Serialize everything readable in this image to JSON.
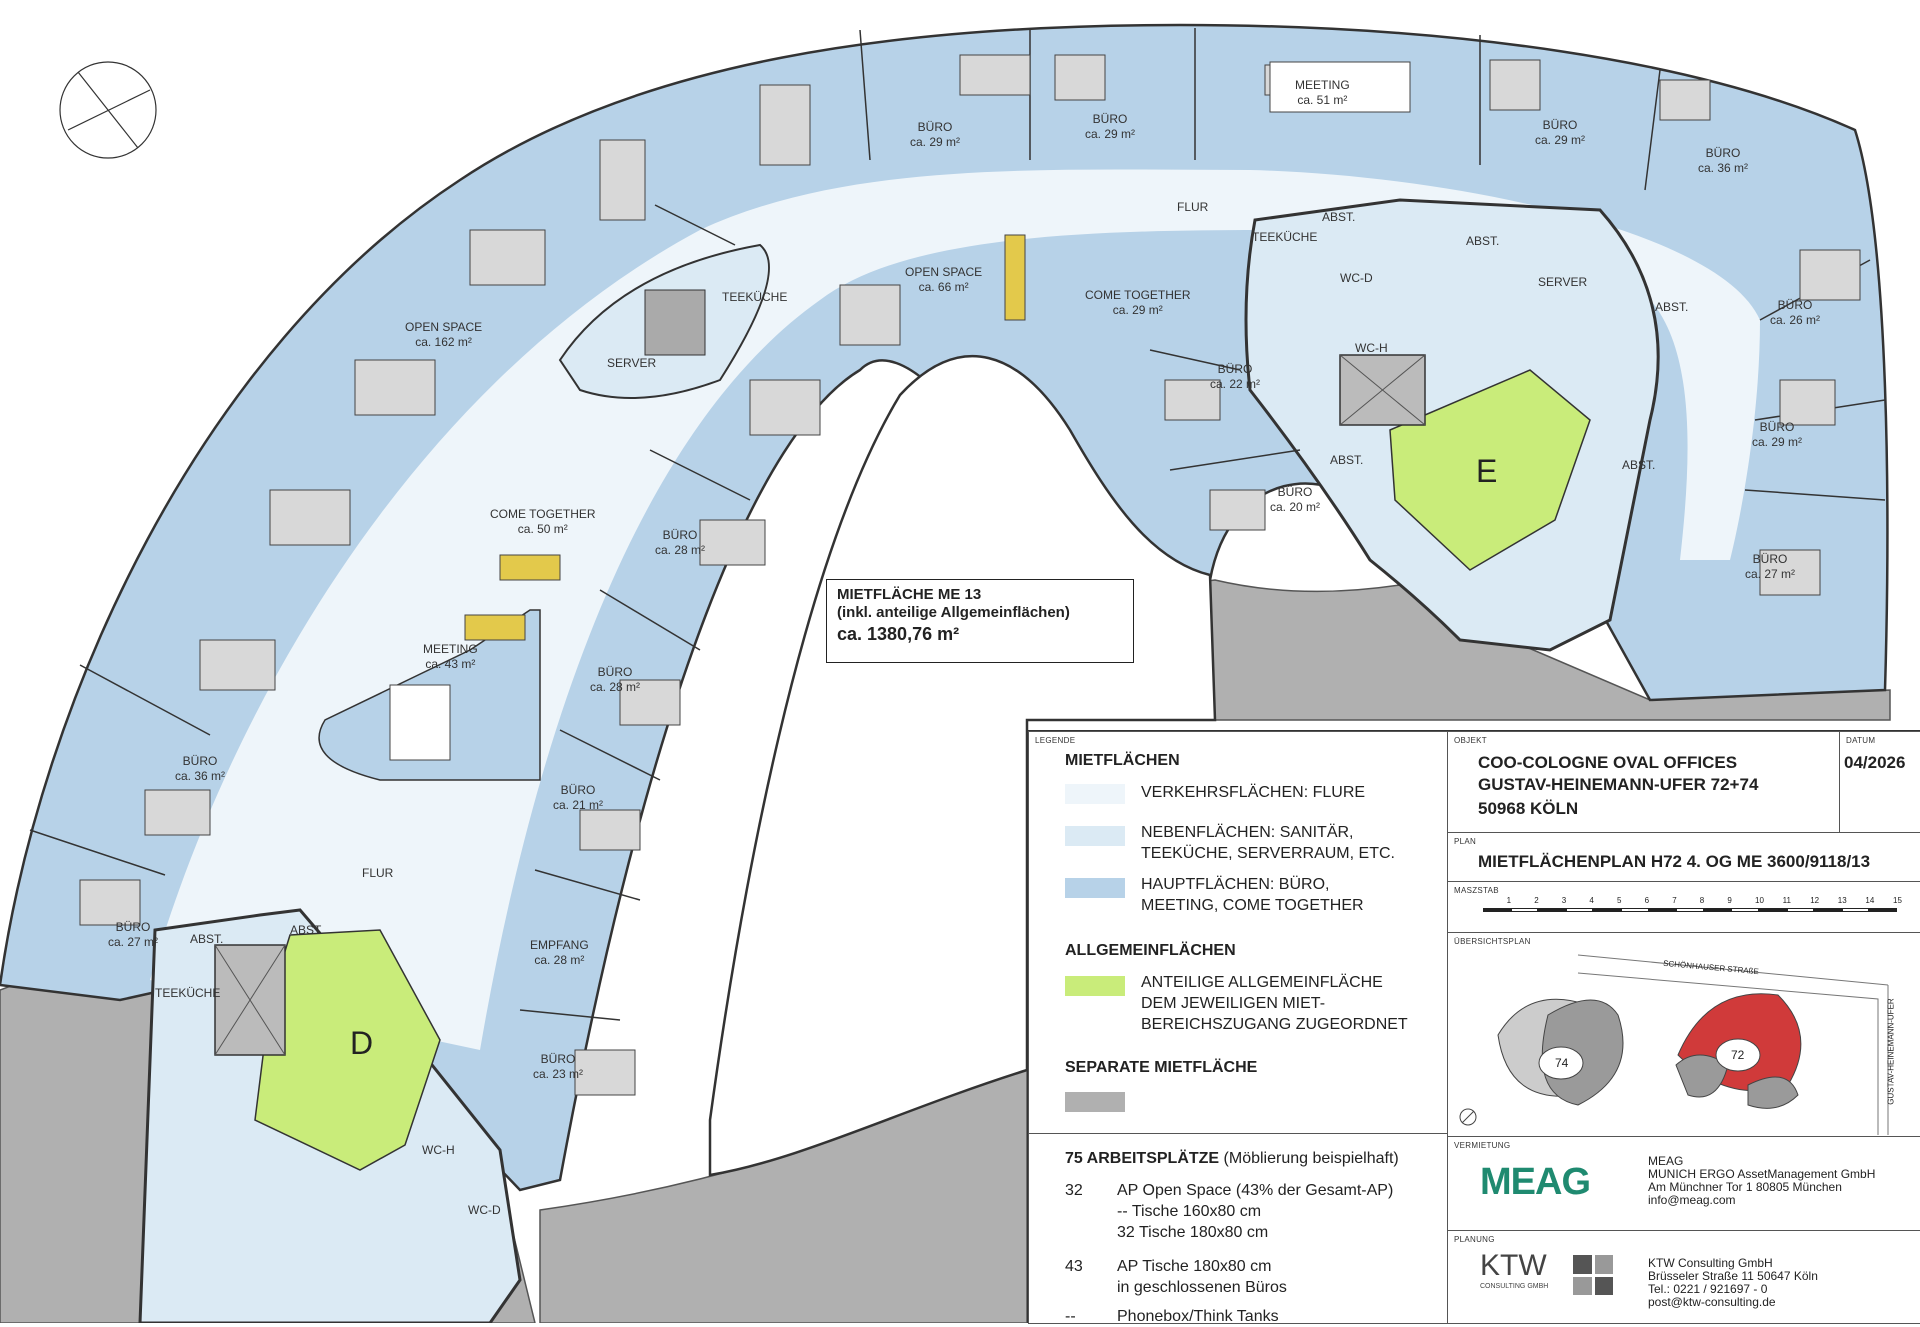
{
  "rooms": [
    {
      "name": "BÜRO",
      "area": "ca. 29 m²"
    },
    {
      "name": "BÜRO",
      "area": "ca. 29 m²"
    },
    {
      "name": "MEETING",
      "area": "ca. 51 m²"
    },
    {
      "name": "BÜRO",
      "area": "ca. 29 m²"
    },
    {
      "name": "BÜRO",
      "area": "ca. 36 m²"
    },
    {
      "name": "BÜRO",
      "area": "ca. 26 m²"
    },
    {
      "name": "BÜRO",
      "area": "ca. 29 m²"
    },
    {
      "name": "BÜRO",
      "area": "ca. 27 m²"
    },
    {
      "name": "OPEN SPACE",
      "area": "ca. 162 m²"
    },
    {
      "name": "OPEN SPACE",
      "area": "ca. 66 m²"
    },
    {
      "name": "COME TOGETHER",
      "area": "ca. 29 m²"
    },
    {
      "name": "BÜRO",
      "area": "ca. 22 m²"
    },
    {
      "name": "BÜRO",
      "area": "ca. 20 m²"
    },
    {
      "name": "COME TOGETHER",
      "area": "ca. 50 m²"
    },
    {
      "name": "MEETING",
      "area": "ca. 43 m²"
    },
    {
      "name": "BÜRO",
      "area": "ca. 28 m²"
    },
    {
      "name": "BÜRO",
      "area": "ca. 28 m²"
    },
    {
      "name": "BÜRO",
      "area": "ca. 21 m²"
    },
    {
      "name": "EMPFANG",
      "area": "ca. 28 m²"
    },
    {
      "name": "BÜRO",
      "area": "ca. 23 m²"
    },
    {
      "name": "BÜRO",
      "area": "ca. 36 m²"
    },
    {
      "name": "BÜRO",
      "area": "ca. 27 m²"
    }
  ],
  "labels": [
    "FLUR",
    "FLUR",
    "TEEKÜCHE",
    "SERVER",
    "TEEKÜCHE",
    "ABST.",
    "ABST.",
    "WC-D",
    "WC-H",
    "SERVER",
    "ABST.",
    "ABST.",
    "ABST.",
    "ABST.",
    "TEEKÜCHE",
    "ABST.",
    "WC-H",
    "WC-D"
  ],
  "zones": [
    "D",
    "E"
  ],
  "area_box": {
    "line1": "MIETFLÄCHE ME 13",
    "line2": "(inkl. anteilige Allgemeinflächen)",
    "line3": "ca. 1380,76 m²"
  },
  "legend": {
    "tag": "LEGENDE",
    "heading": "MIETFLÄCHEN",
    "items": [
      {
        "text1": "VERKEHRSFLÄCHEN: FLURE",
        "text2": "",
        "color": "#eef5fa"
      },
      {
        "text1": "NEBENFLÄCHEN: SANITÄR,",
        "text2": "TEEKÜCHE, SERVERRAUM, ETC.",
        "color": "#dbeaf4"
      },
      {
        "text1": "HAUPTFLÄCHEN: BÜRO,",
        "text2": "MEETING, COME TOGETHER",
        "color": "#b7d2e8"
      }
    ],
    "common_heading": "ALLGEMEINFLÄCHEN",
    "common_item": {
      "text1": "ANTEILIGE ALLGEMEINFLÄCHE",
      "text2": "DEM JEWEILIGEN MIET-",
      "text3": "BEREICHSZUGANG ZUGEORDNET",
      "color": "#c9ec7a"
    },
    "separate_heading": "SEPARATE MIETFLÄCHE",
    "separate_color": "#b0b0b0"
  },
  "workplaces": {
    "heading_bold": "75 ARBEITSPLÄTZE",
    "heading_note": "(Möblierung beispielhaft)",
    "rows": [
      {
        "num": "32",
        "l1": "AP Open Space (43% der Gesamt-AP)",
        "l2": "-- Tische 160x80 cm",
        "l3": "32 Tische 180x80 cm"
      },
      {
        "num": "43",
        "l1": "AP Tische 180x80 cm",
        "l2": "in geschlossenen Büros",
        "l3": ""
      },
      {
        "num": "--",
        "l1": "Phonebox/Think Tanks",
        "l2": "",
        "l3": ""
      }
    ]
  },
  "object": {
    "tag": "OBJEKT",
    "line1": "COO-COLOGNE OVAL OFFICES",
    "line2": "GUSTAV-HEINEMANN-UFER 72+74",
    "line3": "50968 KÖLN"
  },
  "date": {
    "tag": "DATUM",
    "value": "04/2026"
  },
  "plan": {
    "tag": "PLAN",
    "value": "MIETFLÄCHENPLAN H72 4. OG ME 3600/9118/13"
  },
  "scale": {
    "tag": "MASZSTAB",
    "ticks": [
      "1",
      "2",
      "3",
      "4",
      "5",
      "6",
      "7",
      "8",
      "9",
      "10",
      "11",
      "12",
      "13",
      "14",
      "15"
    ]
  },
  "overview": {
    "tag": "ÜBERSICHTSPLAN",
    "street1": "SCHÖNHAUSER STRAßE",
    "street2": "GUSTAV-HEINEMANN-UFER",
    "b74": "74",
    "b72": "72"
  },
  "letting": {
    "tag": "VERMIETUNG",
    "logo": "MEAG",
    "name": "MEAG",
    "l1": "MUNICH ERGO AssetManagement GmbH",
    "l2": "Am Münchner Tor 1   80805 München",
    "l3": "info@meag.com"
  },
  "planning": {
    "tag": "PLANUNG",
    "logo": "KTW",
    "logo_sub": "CONSULTING GMBH",
    "name": "KTW Consulting GmbH",
    "l1": "Brüsseler Straße 11   50647 Köln",
    "l2": "Tel.: 0221 / 921697 - 0",
    "l3": "post@ktw-consulting.de"
  },
  "colors": {
    "main": "#b7d2e8",
    "corridor": "#eef5fa",
    "side": "#dbeaf4",
    "common": "#c9ec7a",
    "separate": "#b0b0b0",
    "meag": "#1f8a70",
    "highlight": "#d03a3a"
  }
}
